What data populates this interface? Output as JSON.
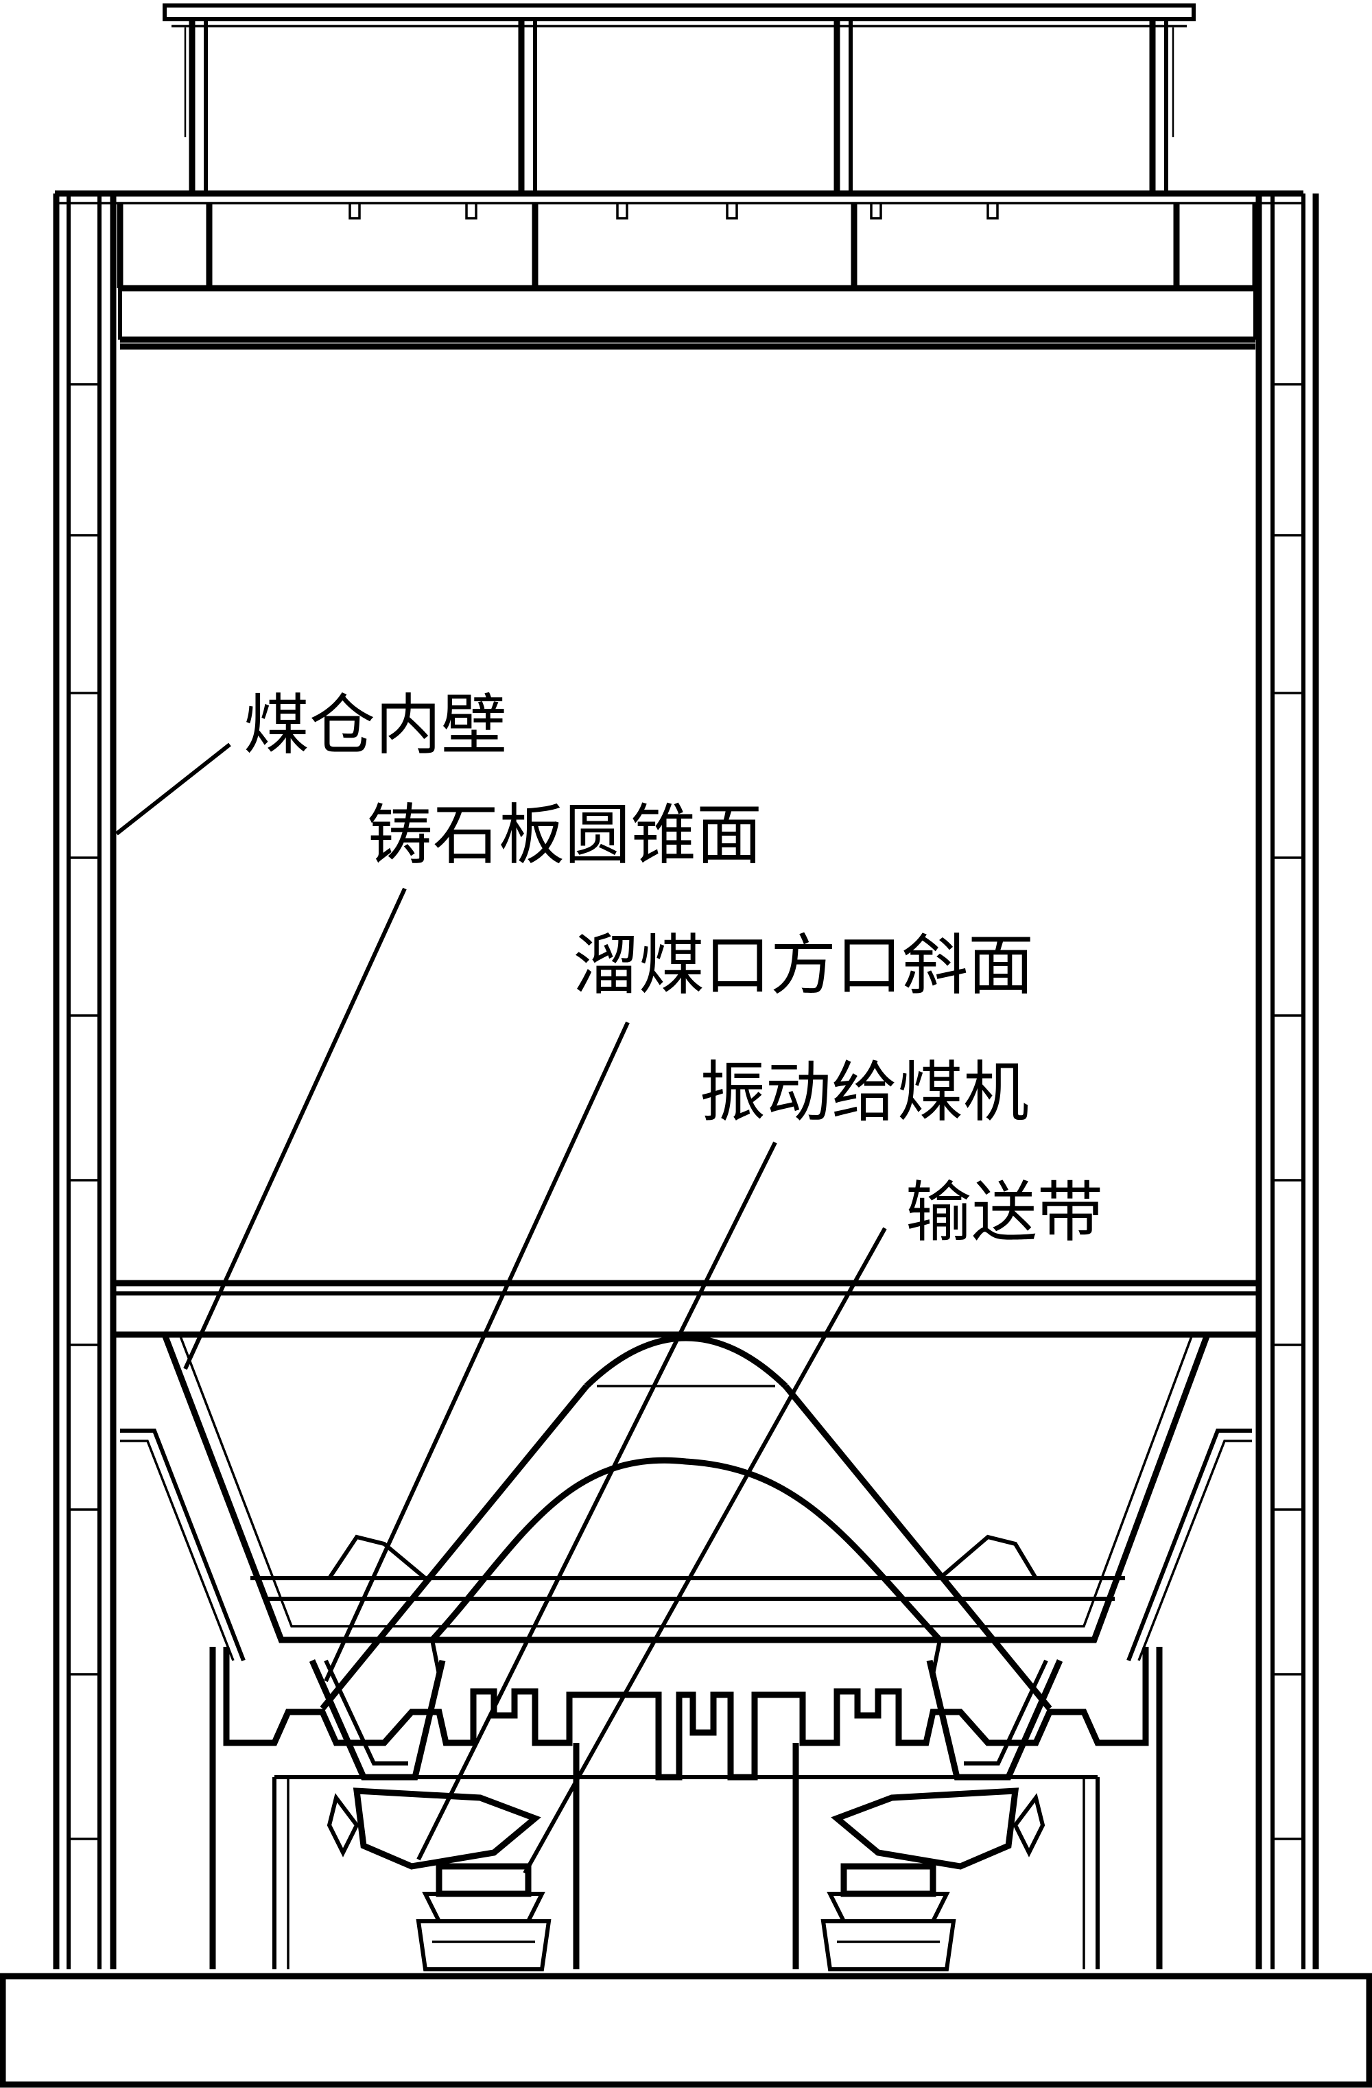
{
  "labels": {
    "bunker_inner_wall": "煤仓内壁",
    "cast_stone_cone": "铸石板圆锥面",
    "chute_square_slope": "溜煤口方口斜面",
    "vibrating_feeder": "振动给煤机",
    "conveyor_belt": "输送带"
  },
  "colors": {
    "line": "#000000",
    "background": "#ffffff"
  }
}
